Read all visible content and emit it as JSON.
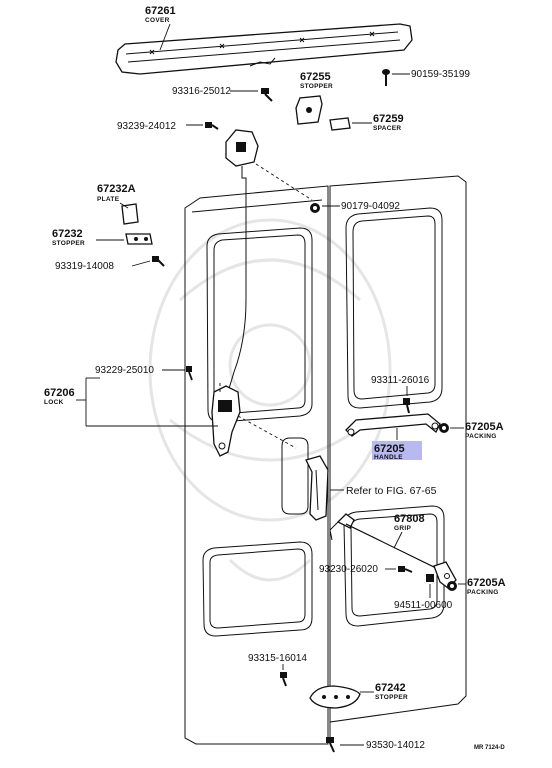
{
  "diagram_code": "MR 7124-D",
  "fig_reference": "Refer to FIG. 67-65",
  "parts": {
    "cover": {
      "number": "67261",
      "label": "COVER"
    },
    "stopper_top": {
      "number": "67255",
      "label": "STOPPER"
    },
    "spacer": {
      "number": "67259",
      "label": "SPACER"
    },
    "plate": {
      "number": "67232A",
      "label": "PLATE"
    },
    "stopper_left": {
      "number": "67232",
      "label": "STOPPER"
    },
    "lock": {
      "number": "67206",
      "label": "LOCK"
    },
    "handle": {
      "number": "67205",
      "label": "HANDLE"
    },
    "packing_upper": {
      "number": "67205A",
      "label": "PACKING"
    },
    "grip": {
      "number": "67808",
      "label": "GRIP"
    },
    "packing_lower": {
      "number": "67205A",
      "label": "PACKING"
    },
    "stopper_bottom": {
      "number": "67242",
      "label": "STOPPER"
    }
  },
  "fasteners": {
    "f1": "90159-35199",
    "f2": "93316-25012",
    "f3": "93239-24012",
    "f4": "90179-04092",
    "f5": "93319-14008",
    "f6": "93229-25010",
    "f7": "93311-26016",
    "f8": "93230-26020",
    "f9": "94511-00600",
    "f10": "93315-16014",
    "f11": "93530-14012"
  }
}
